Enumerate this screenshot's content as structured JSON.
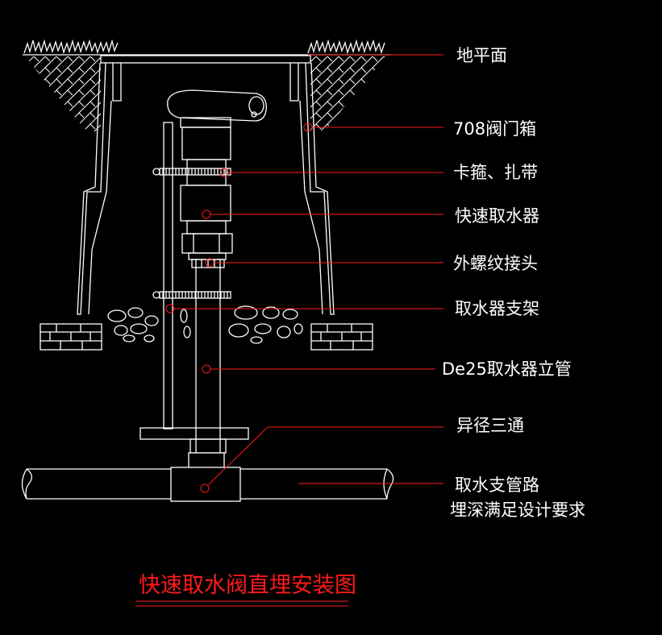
{
  "labels": {
    "ground": "地平面",
    "valve_box": "708阀门箱",
    "clamp": "卡箍、扎带",
    "quick_coupler": "快速取水器",
    "male_adapter": "外螺纹接头",
    "coupler_support": "取水器支架",
    "riser": "De25取水器立管",
    "reducing_tee": "异径三通",
    "branch_line_1": "取水支管路",
    "branch_line_2": "埋深满足设计要求"
  },
  "title": "快速取水阀直埋安装图",
  "colors": {
    "background": "#000000",
    "line": "#ffffff",
    "leader": "#ff1a1a",
    "title": "#ff1a1a"
  }
}
